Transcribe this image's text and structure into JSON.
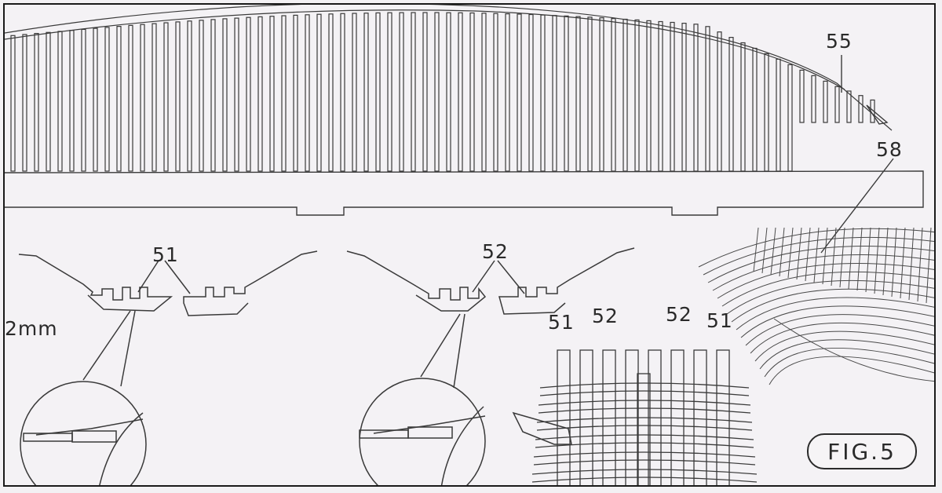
{
  "labels": {
    "part_55": "55",
    "part_58": "58",
    "part_51_left": "51",
    "part_52_center": "52",
    "part_51_frame_left": "51",
    "part_52_frame_left": "52",
    "part_52_frame_right": "52",
    "part_51_frame_right": "51",
    "thickness": "2mm",
    "figure": "FIG.5"
  },
  "colors": {
    "paper": "#f4f2f5",
    "ink": "#2a2a2a"
  }
}
